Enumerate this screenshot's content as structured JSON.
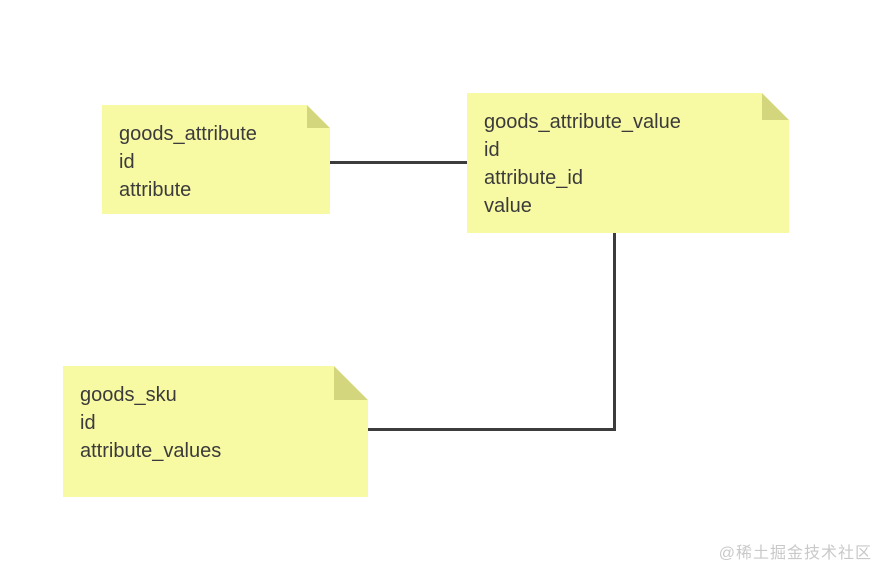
{
  "colors": {
    "note_fill": "#F8F9A3",
    "note_fold": "#D3D67C",
    "connector": "#3C3C3C",
    "text": "#3B3B3B",
    "watermark": "#C9C9C9",
    "background": "#FFFFFF"
  },
  "diagram": {
    "type": "entity-notes",
    "notes": [
      {
        "title": "goods_attribute",
        "fields": [
          "id",
          "attribute"
        ],
        "lines": [
          "goods_attribute",
          "id",
          "attribute"
        ]
      },
      {
        "title": "goods_attribute_value",
        "fields": [
          "id",
          "attribute_id",
          "value"
        ],
        "lines": [
          "goods_attribute_value",
          "id",
          "attribute_id",
          "value"
        ]
      },
      {
        "title": "goods_sku",
        "fields": [
          "id",
          "attribute_values"
        ],
        "lines": [
          "goods_sku",
          "id",
          "attribute_values"
        ]
      }
    ],
    "connections": [
      {
        "from": "goods_attribute",
        "to": "goods_attribute_value",
        "shape": "straight-horizontal"
      },
      {
        "from": "goods_attribute_value",
        "to": "goods_sku",
        "shape": "elbow-down-left"
      }
    ]
  },
  "watermark": {
    "text": "@稀土掘金技术社区"
  }
}
